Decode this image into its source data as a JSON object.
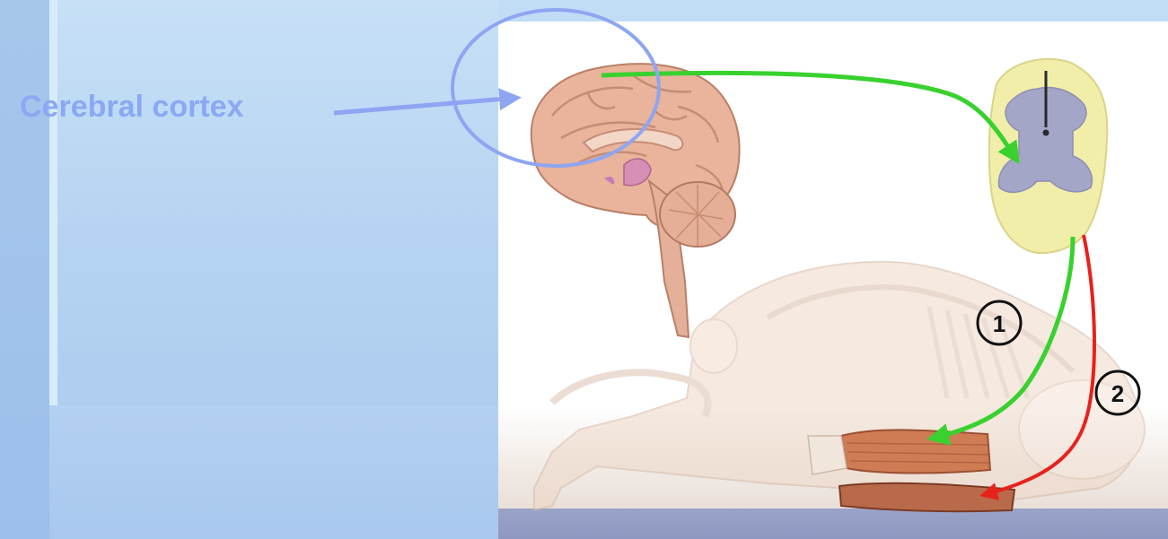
{
  "labels": {
    "cortex": "Cerebral cortex",
    "pathway_1": "1",
    "pathway_2": "2"
  },
  "colors": {
    "label": "#8aa8f4",
    "highlight_ring": "#8ea5f2",
    "pathway_green": "#39d12f",
    "pathway_red": "#e8211c",
    "grey_matter": "#a4a6c8",
    "white_matter": "#f0eea8",
    "brain": "#e9b39c",
    "muscle": "#cf7c55"
  }
}
